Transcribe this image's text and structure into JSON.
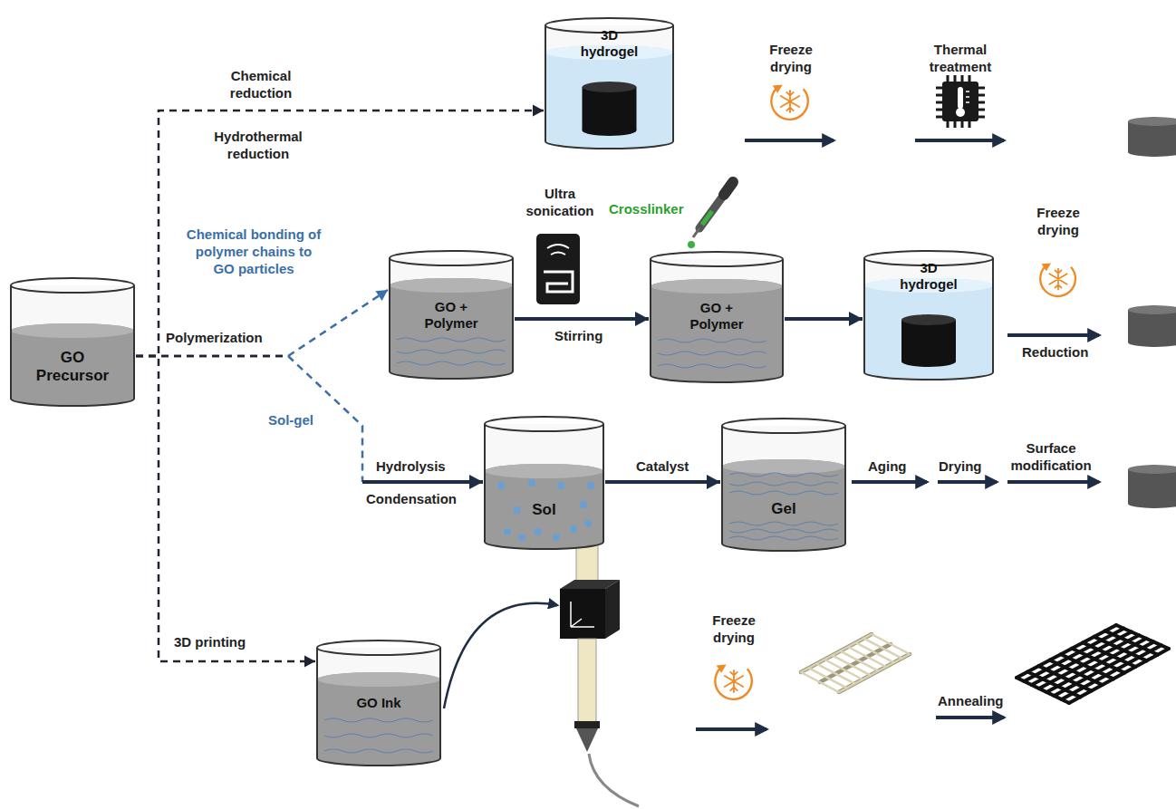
{
  "diagram": {
    "nodes": [
      {
        "text": [
          "GO Precursor"
        ]
      },
      {
        "text": [
          "3D hydrogel"
        ]
      },
      {
        "text": [
          "GO + Polymer"
        ]
      },
      {
        "text": [
          "GO + Polymer"
        ]
      },
      {
        "text": [
          "3D hydrogel"
        ]
      },
      {
        "text": [
          "Sol"
        ]
      },
      {
        "text": [
          "Gel"
        ]
      },
      {
        "text": [
          "GO Ink"
        ]
      }
    ],
    "edges": [
      {
        "from": 0,
        "to": 1,
        "arrow": "to"
      },
      {
        "from": 0,
        "to": 2,
        "arrow": "to"
      },
      {
        "from": 0,
        "to": 5,
        "arrow": "to"
      },
      {
        "from": 0,
        "to": 7,
        "arrow": "to",
        "label": "3D printing"
      },
      {
        "from": 2,
        "to": 3,
        "arrow": "to"
      },
      {
        "from": 3,
        "to": 4,
        "arrow": "to"
      },
      {
        "from": 5,
        "to": 6,
        "arrow": "to",
        "label": "Catalyst"
      }
    ],
    "labels": [
      "Chemical reduction",
      "Hydrothermal reduction",
      "Freeze drying",
      "Thermal treatment",
      "Chemical bonding of polymer chains to GO particles",
      "Polymerization",
      "Ultra sonication",
      "Stirring",
      "Crosslinker",
      "Freeze drying",
      "Reduction",
      "Sol-gel",
      "Hydrolysis",
      "Condensation",
      "Aging",
      "Drying",
      "Surface modification",
      "Freeze drying",
      "Annealing"
    ]
  }
}
